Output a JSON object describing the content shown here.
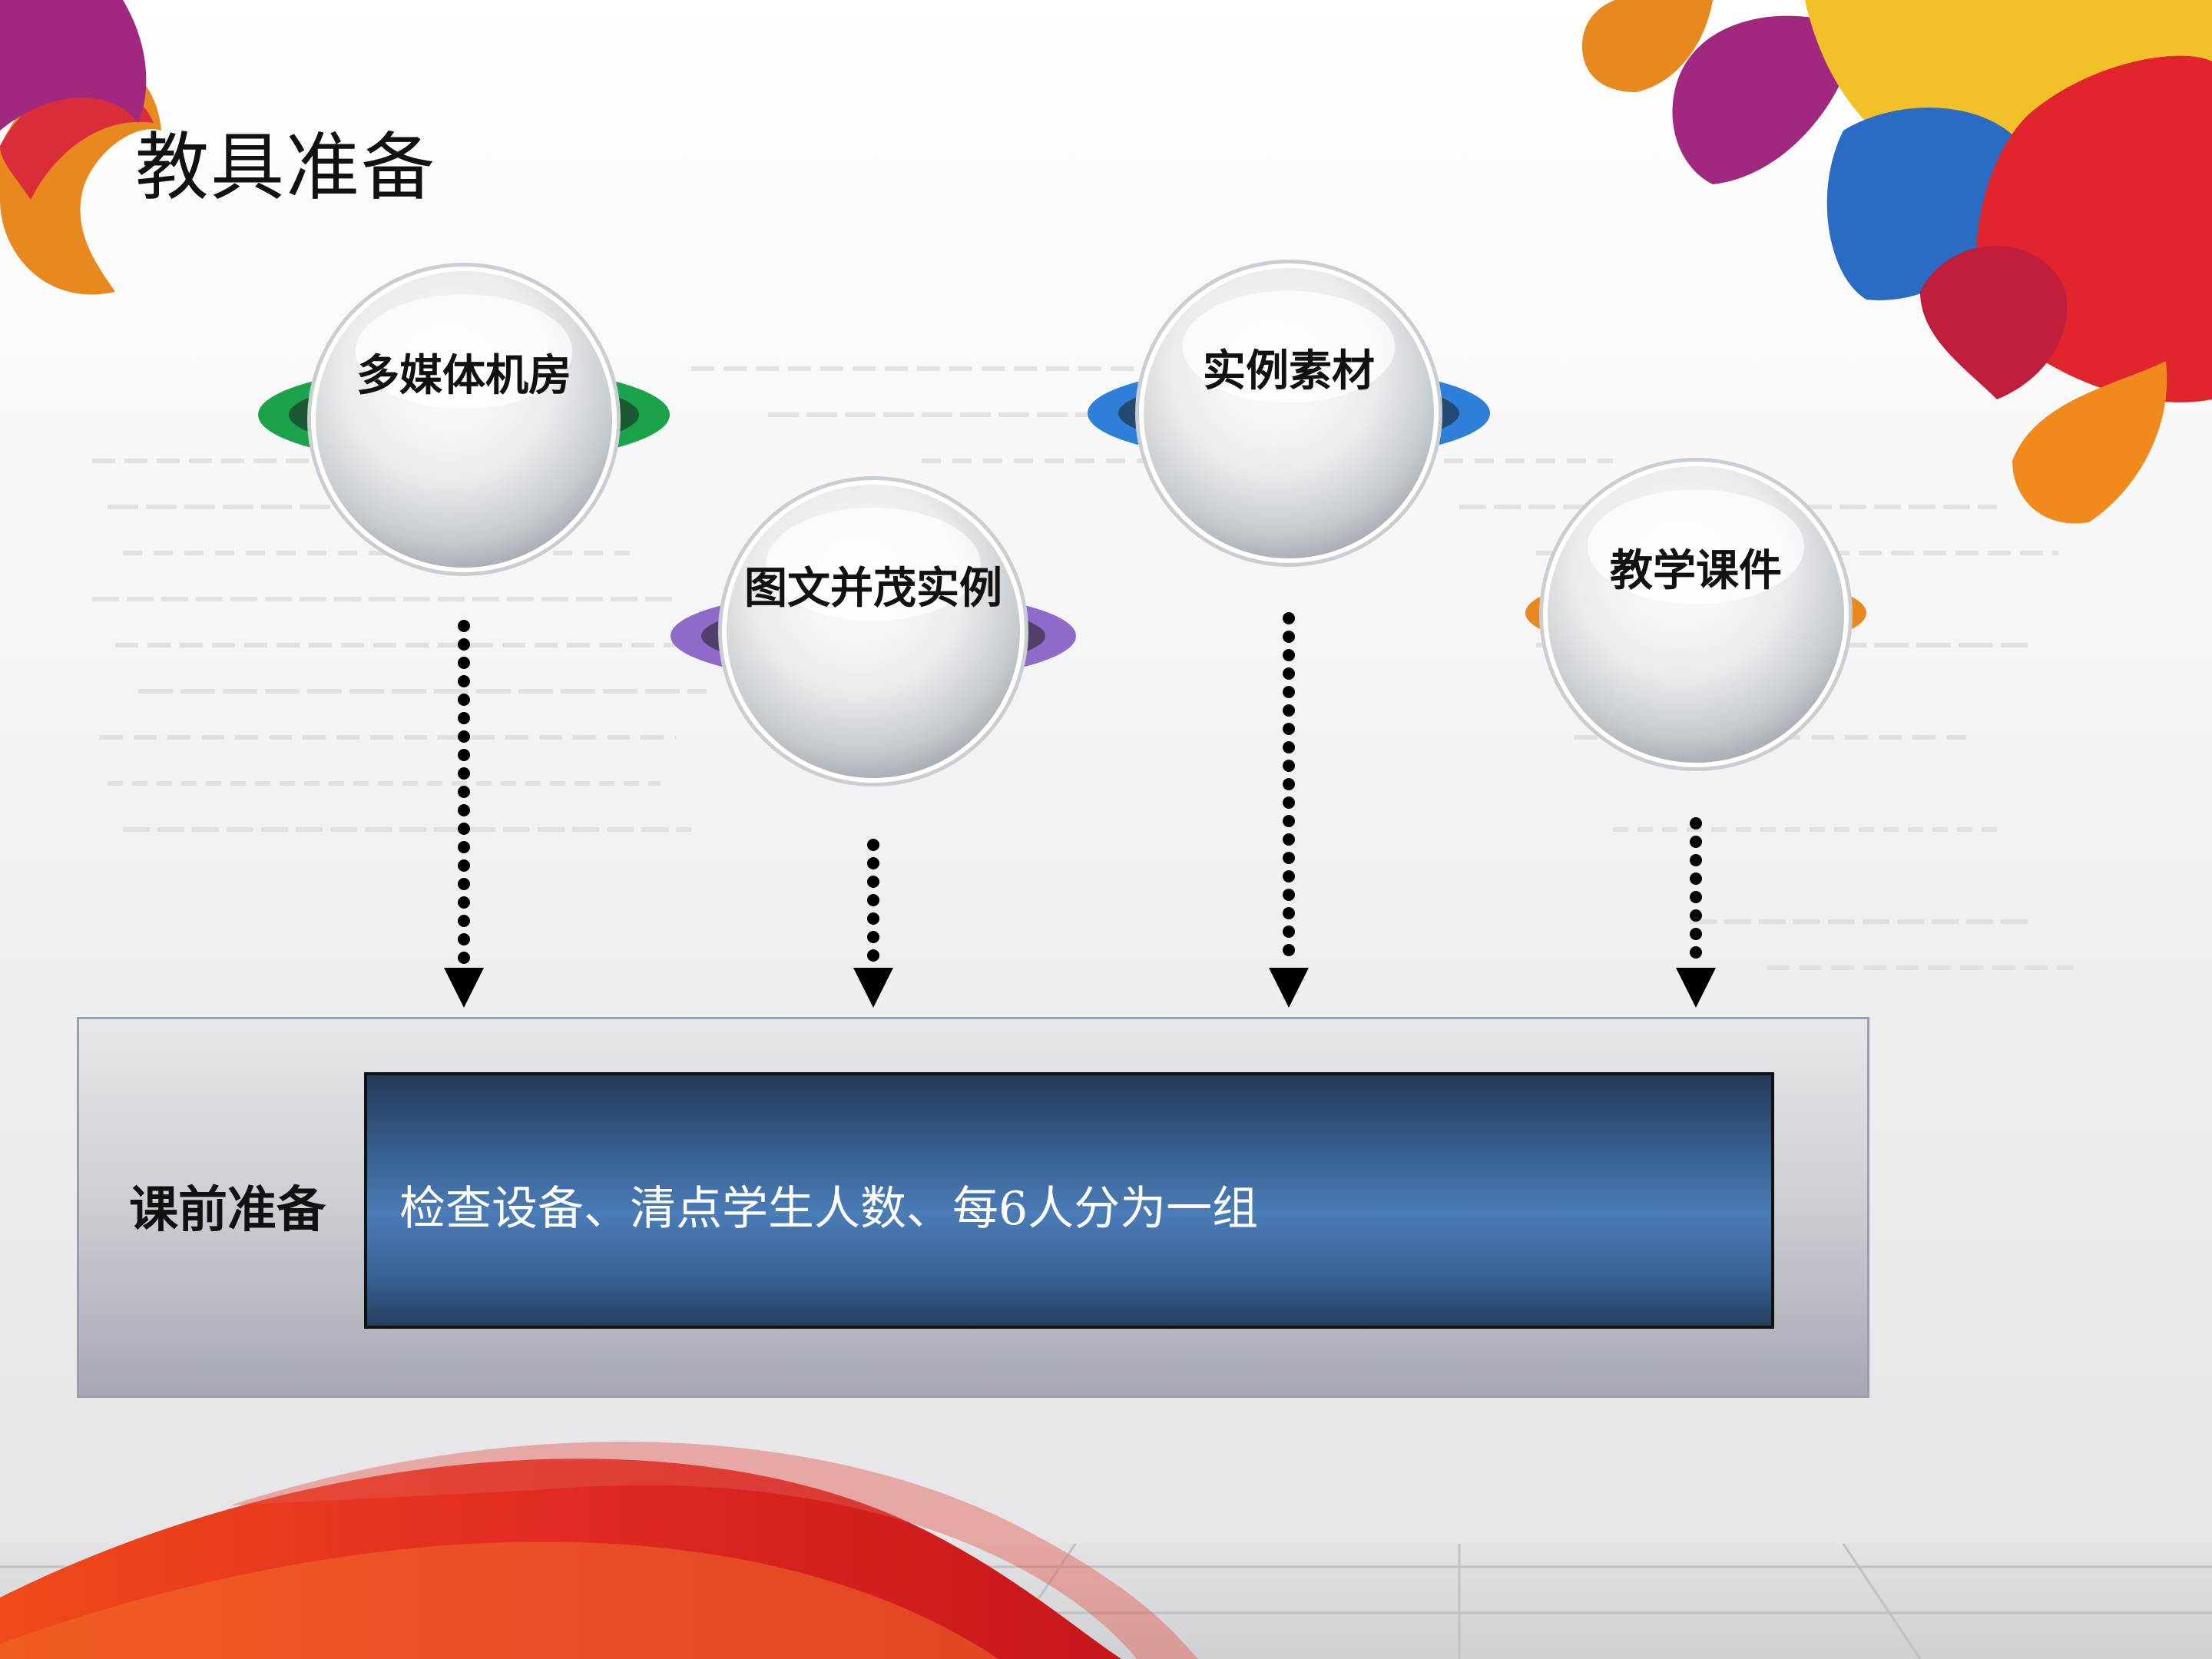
{
  "title": "教具准备",
  "bubbles": [
    {
      "label": "多媒体机房",
      "ring_color": "#1aa34a"
    },
    {
      "label": "图文并茂实例",
      "ring_color": "#8e6bc8"
    },
    {
      "label": "实例素材",
      "ring_color": "#2d7fd8"
    },
    {
      "label": "教学课件",
      "ring_color": "#e8891f"
    }
  ],
  "preparation": {
    "label": "课前准备",
    "content": "检查设备、清点学生人数、每6人分为一组"
  },
  "colors": {
    "box_blue": "#4a7cb8",
    "arrow": "#000000",
    "accent_red": "#e02a2a",
    "accent_orange": "#f08a1c",
    "accent_purple": "#8c2f9a",
    "accent_blue": "#2a6bc4",
    "accent_yellow": "#f2c12a"
  }
}
